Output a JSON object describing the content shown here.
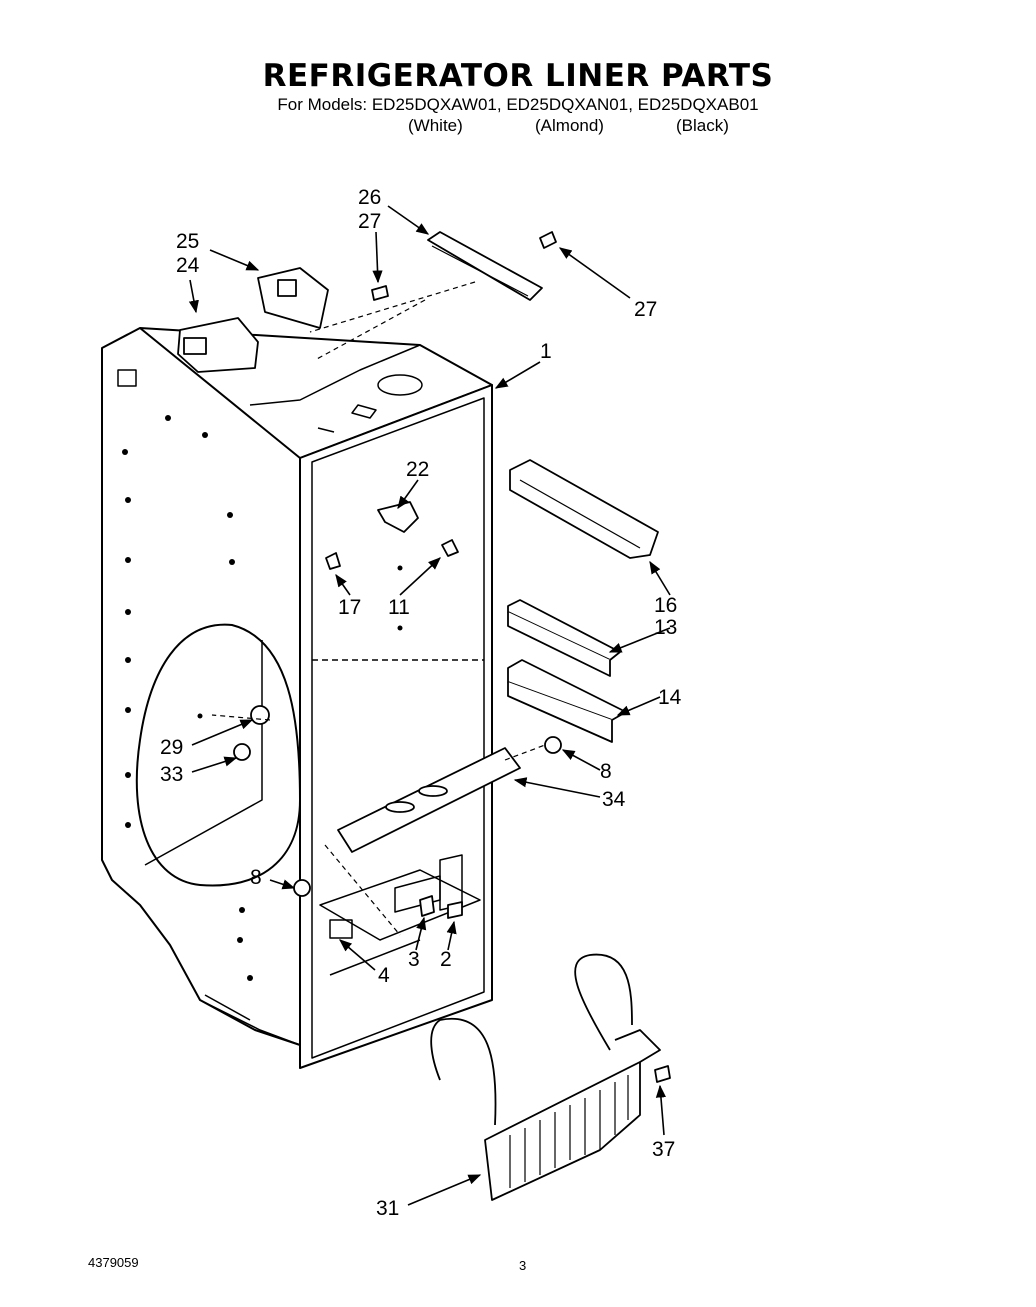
{
  "title": "REFRIGERATOR LINER PARTS",
  "models_line": "For Models: ED25DQXAW01, ED25DQXAN01, ED25DQXAB01",
  "colors": [
    "(White)",
    "(Almond)",
    "(Black)"
  ],
  "callouts": {
    "c26": "26",
    "c27a": "27",
    "c25": "25",
    "c24": "24",
    "c27b": "27",
    "c1": "1",
    "c22": "22",
    "c17": "17",
    "c11": "11",
    "c16": "16",
    "c13": "13",
    "c14": "14",
    "c29": "29",
    "c33": "33",
    "c8a": "8",
    "c34": "34",
    "c8b": "8",
    "c3": "3",
    "c2": "2",
    "c4": "4",
    "c37": "37",
    "c31": "31"
  },
  "footer": {
    "doc_number": "4379059",
    "page_number": "3"
  }
}
